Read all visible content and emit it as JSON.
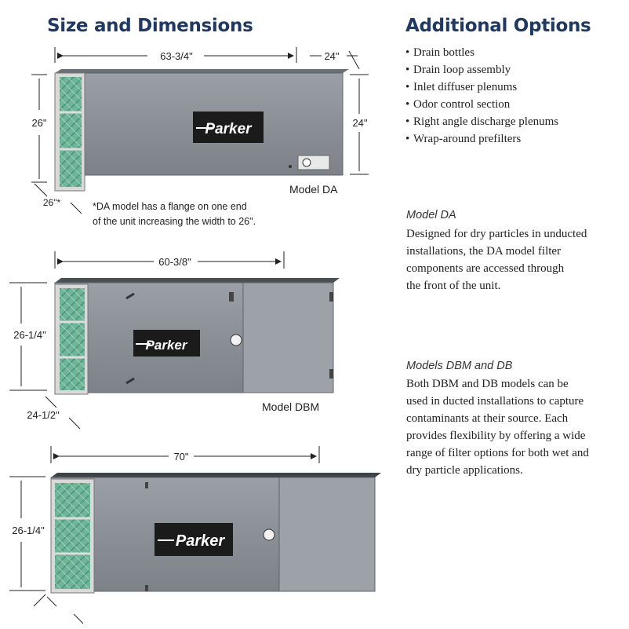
{
  "left_heading": "Size and Dimensions",
  "right_heading": "Additional Options",
  "options": [
    "Drain bottles",
    "Drain loop assembly",
    "Inlet diffuser plenums",
    "Odor control section",
    "Right angle discharge plenums",
    "Wrap-around prefilters"
  ],
  "brand_logo": "Parker",
  "units": [
    {
      "model_label": "Model DA",
      "width": "63-3/4\"",
      "depth": "24\"",
      "height_left": "26\"",
      "height_right": "24\"",
      "depth_front": "26\"*",
      "note_line1": "*DA model has a flange on one end",
      "note_line2": "of the unit increasing the width to 26\"."
    },
    {
      "model_label": "Model DBM",
      "width": "60-3/8\"",
      "height": "26-1/4\"",
      "depth": "24-1/2\""
    },
    {
      "width": "70\"",
      "height": "26-1/4\""
    }
  ],
  "descriptions": [
    {
      "title": "Model DA",
      "lines": [
        "Designed for dry particles in unducted",
        "installations, the DA model filter",
        "components are accessed through",
        "the front of the unit."
      ]
    },
    {
      "title": "Models DBM and DB",
      "lines": [
        "Both DBM and DB models can be",
        "used in ducted installations to capture",
        "contaminants at their source. Each",
        "provides flexibility by offering a wide",
        "range of filter options for both wet and",
        "dry particle applications."
      ]
    }
  ],
  "colors": {
    "heading": "#1f3864",
    "cabinet": "#8a9096",
    "filter": "#6fb59a",
    "logo_bg": "#1b1b1b"
  }
}
